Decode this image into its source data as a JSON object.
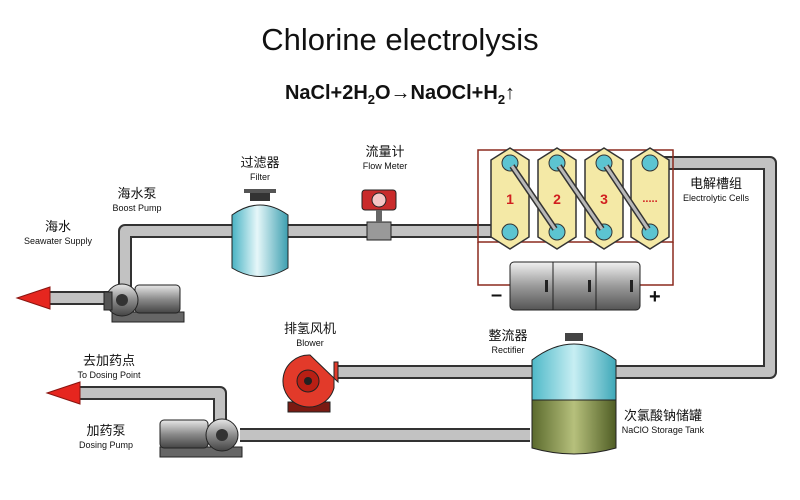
{
  "title": "Chlorine electrolysis",
  "formula": {
    "lhs": "NaCl+2H",
    "sub1": "2",
    "mid": "O→NaOCl+H",
    "sub2": "2",
    "tail": "↑"
  },
  "labels": {
    "seawater": {
      "cn": "海水",
      "en": "Seawater Supply"
    },
    "boost_pump": {
      "cn": "海水泵",
      "en": "Boost Pump"
    },
    "filter": {
      "cn": "过滤器",
      "en": "Filter"
    },
    "flow_meter": {
      "cn": "流量计",
      "en": "Flow Meter"
    },
    "electrolytic_cells": {
      "cn": "电解槽组",
      "en": "Electrolytic Cells"
    },
    "blower": {
      "cn": "排氢风机",
      "en": "Blower"
    },
    "rectifier": {
      "cn": "整流器",
      "en": "Rectifier"
    },
    "dosing_point": {
      "cn": "去加药点",
      "en": "To Dosing Point"
    },
    "dosing_pump": {
      "cn": "加药泵",
      "en": "Dosing Pump"
    },
    "storage_tank": {
      "cn": "次氯酸钠储罐",
      "en": "NaClO Storage Tank"
    }
  },
  "cells": {
    "numbers": [
      "1",
      "2",
      "3"
    ],
    "more": "....."
  },
  "rectifier_signs": {
    "minus": "–",
    "plus": "+"
  },
  "colors": {
    "pipe": "#c2c2c2",
    "pipe_edge": "#333333",
    "arrow": "#e6261f",
    "cell_body": "#f4e9a6",
    "cell_node": "#5cc4d1",
    "cell_number": "#d11f1f",
    "tank_top": "#8fd3dc",
    "tank_bottom": "#7d8b47",
    "blower": "#e23a2a",
    "wire": "#8b2a1e"
  }
}
